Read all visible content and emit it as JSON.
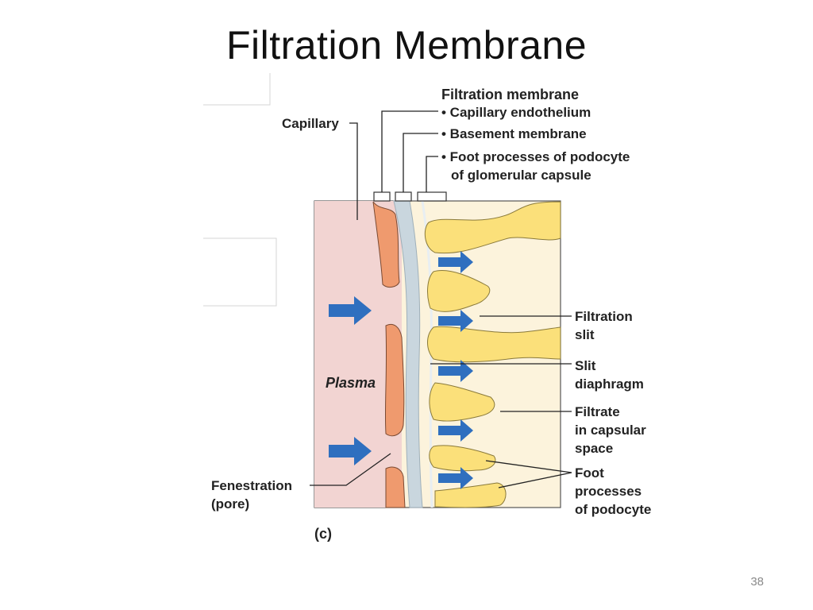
{
  "slide": {
    "title": "Filtration Membrane",
    "page_number": "38"
  },
  "diagram": {
    "header": "Filtration membrane",
    "membrane_layers": [
      "• Capillary endothelium",
      "• Basement membrane",
      "• Foot processes of podocyte",
      "of glomerular capsule"
    ],
    "capillary_label": "Capillary",
    "plasma_label": "Plasma",
    "fenestration_label": [
      "Fenestration",
      "(pore)"
    ],
    "filtration_slit_label": [
      "Filtration",
      "slit"
    ],
    "slit_diaphragm_label": [
      "Slit",
      "diaphragm"
    ],
    "filtrate_label": [
      "Filtrate",
      "in capsular",
      "space"
    ],
    "foot_processes_label": [
      "Foot",
      "processes",
      "of podocyte"
    ],
    "panel_label": "(c)"
  },
  "colors": {
    "plasma": "#f2d4d2",
    "endothelium": "#ef9a6e",
    "basement_membrane": "#c9d6de",
    "capsular_space": "#fcf3dc",
    "podocyte": "#fbe07a",
    "arrow": "#2f6fbf"
  }
}
